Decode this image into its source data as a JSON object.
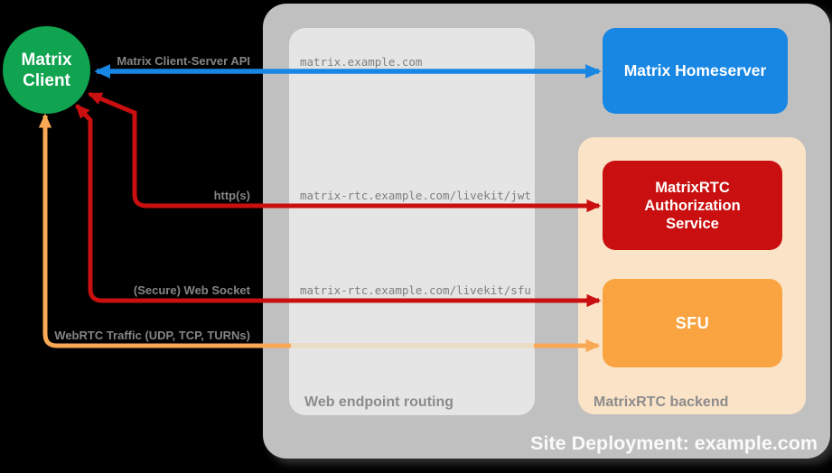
{
  "title": "Site Deployment: example.com",
  "client": {
    "label": "Matrix Client",
    "color": "#10A350"
  },
  "nodes": {
    "homeserver": {
      "label": "Matrix Homeserver",
      "color": "#1787E3"
    },
    "auth_service": {
      "label": "MatrixRTC Authorization Service",
      "color": "#C90F0F"
    },
    "sfu": {
      "label": "SFU",
      "color": "#F9A440"
    }
  },
  "regions": {
    "deployment": {
      "label": "Site Deployment: example.com",
      "color": "#C0C0C0"
    },
    "routing": {
      "label": "Web endpoint routing",
      "color": "#E5E5E5"
    },
    "backend": {
      "label": "MatrixRTC backend",
      "color": "#FBE3C8"
    }
  },
  "endpoints": [
    "matrix.example.com",
    "matrix-rtc.example.com/livekit/jwt",
    "matrix-rtc.example.com/livekit/sfu"
  ],
  "connections": [
    {
      "label": "Matrix Client-Server API",
      "color": "#1787E3",
      "from": "Matrix Client",
      "to": "Matrix Homeserver",
      "bidirectional": true
    },
    {
      "label": "http(s)",
      "color": "#C90F0F",
      "from": "Matrix Client",
      "to": "MatrixRTC Authorization Service",
      "bidirectional": true
    },
    {
      "label": "(Secure) Web Socket",
      "color": "#C90F0F",
      "from": "Matrix Client",
      "to": "SFU",
      "bidirectional": true
    },
    {
      "label": "WebRTC Traffic (UDP, TCP, TURNs)",
      "color": "#F9A855",
      "from": "Matrix Client",
      "to": "SFU",
      "bidirectional": true,
      "faded_segment_color": "#EBDDC5"
    }
  ]
}
